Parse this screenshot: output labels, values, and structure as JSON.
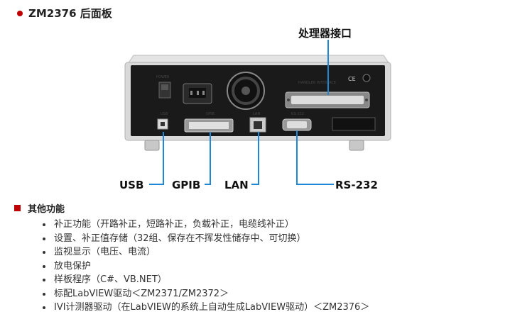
{
  "header": {
    "title": "ZM2376 后面板"
  },
  "figure": {
    "callouts": {
      "processor": "处理器接口",
      "usb": "USB",
      "gpib": "GPIB",
      "lan": "LAN",
      "rs232": "RS-232"
    },
    "panel_labels": {
      "power": "POWER",
      "usb": "USB",
      "gpib": "GPIB",
      "lan": "LAN",
      "rs232": "RS-232",
      "handler": "HANDLER INTERFACE"
    },
    "colors": {
      "callout_line": "#1e88d6",
      "panel": "#1a1a1a",
      "chassis": "#d8d8d8"
    }
  },
  "section": {
    "title": "其他功能"
  },
  "features": [
    "补正功能（开路补正，短路补正，负载补正，电缆线补正）",
    "设置、补正值存储（32组、保存在不挥发性储存中、可切换）",
    "监视显示（电压、电流）",
    "放电保护",
    "样板程序（C#、VB.NET）",
    "标配LabVIEW驱动＜ZM2371/ZM2372＞",
    "IVI计测器驱动（在LabVIEW的系统上自动生成LabVIEW驱动）＜ZM2376＞"
  ]
}
